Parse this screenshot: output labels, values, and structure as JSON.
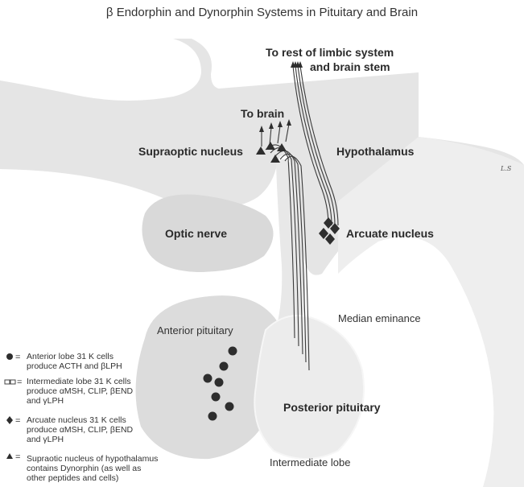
{
  "title": "β Endorphin and Dynorphin Systems in Pituitary and Brain",
  "labels": {
    "limbic": "To rest of limbic system",
    "brainstem": "and brain stem",
    "to_brain": "To brain",
    "supraoptic": "Supraoptic nucleus",
    "hypothalamus": "Hypothalamus",
    "optic_nerve": "Optic nerve",
    "arcuate": "Arcuate nucleus",
    "median_eminence": "Median eminance",
    "anterior_pituitary": "Anterior pituitary",
    "posterior_pituitary": "Posterior pituitary",
    "intermediate_lobe": "Intermediate lobe",
    "signature": "L.S"
  },
  "legend": [
    {
      "symbol": "circle",
      "eq": "=",
      "text": "Anterior lobe 31 K cells\nproduce ACTH and βLPH"
    },
    {
      "symbol": "rectangle",
      "eq": "=",
      "text": "Intermediate lobe 31 K cells\nproduce αMSH, CLIP, βEND\nand γLPH"
    },
    {
      "symbol": "diamond",
      "eq": "=",
      "text": "Arcuate nucleus 31 K cells\nproduce αMSH, CLIP, βEND\nand γLPH"
    },
    {
      "symbol": "triangle",
      "eq": "=",
      "text": "Supraotic nucleus of hypothalamus\ncontains Dynorphin (as well as\nother peptides and cells)"
    }
  ],
  "colors": {
    "tissue": "#e3e3e3",
    "tissue_light": "#ececec",
    "marker": "#2e2e2e",
    "fiber": "#3a3a3a"
  }
}
